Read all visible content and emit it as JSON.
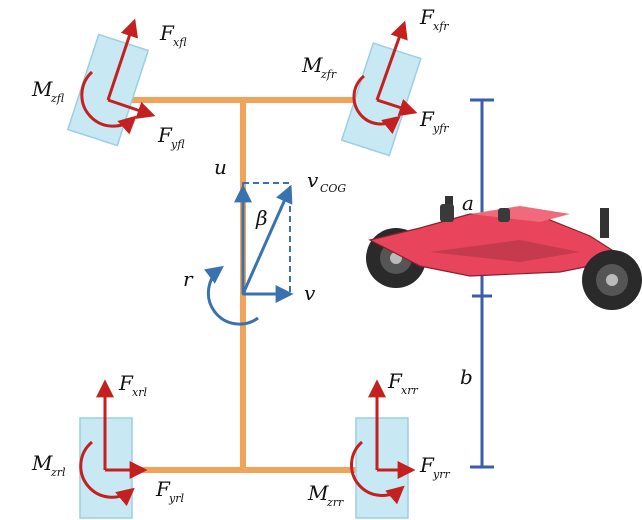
{
  "colors": {
    "chassis": "#f2a35a",
    "force": "#c3201f",
    "vector": "#3a72b0",
    "dimension": "#3b5ea8",
    "tire_fill": "#c8e8f4",
    "tire_stroke": "#9ccfe2",
    "car_body": "#e8455c",
    "car_dark": "#2a2a2a"
  },
  "labels": {
    "fxfl_main": "F",
    "fxfl_sub": "xfl",
    "mzfl_main": "M",
    "mzfl_sub": "zfl",
    "fyfl_main": "F",
    "fyfl_sub": "yfl",
    "fxfr_main": "F",
    "fxfr_sub": "xfr",
    "mzfr_main": "M",
    "mzfr_sub": "zfr",
    "fyfr_main": "F",
    "fyfr_sub": "yfr",
    "u": "u",
    "vcog_main": "v",
    "vcog_sub": "COG",
    "beta": "β",
    "r": "r",
    "v": "v",
    "a": "a",
    "b": "b",
    "fxrl_main": "F",
    "fxrl_sub": "xrl",
    "mzrl_main": "M",
    "mzrl_sub": "zrl",
    "fyrl_main": "F",
    "fyrl_sub": "yrl",
    "fxrr_main": "F",
    "fxrr_sub": "xrr",
    "mzrr_main": "M",
    "mzrr_sub": "zrr",
    "fyrr_main": "F",
    "fyrr_sub": "yrr"
  },
  "icons": {
    "vehicle": "car-chassis-illustration"
  }
}
